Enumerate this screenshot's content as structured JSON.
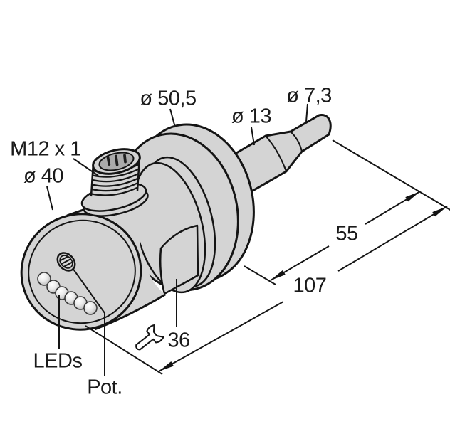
{
  "drawing": {
    "title": "flow-sensor-dimensional-drawing",
    "colors": {
      "background": "#ffffff",
      "outline": "#141414",
      "metal_fill": "#d4d4d4",
      "connector_ring_fill": "#ababab",
      "pin_fill": "#1f1f1f"
    },
    "icons": {
      "wrench": "open-end-wrench-icon"
    },
    "labels": {
      "thread": "M12 x 1",
      "body_diameter": "ø 40",
      "flange_diameter": "ø 50,5",
      "shaft_diameter": "ø 13",
      "tip_diameter": "ø 7,3",
      "leds": "LEDs",
      "pot": "Pot.",
      "wrench_size": "36",
      "insertion_length": "55",
      "total_length": "107"
    }
  }
}
